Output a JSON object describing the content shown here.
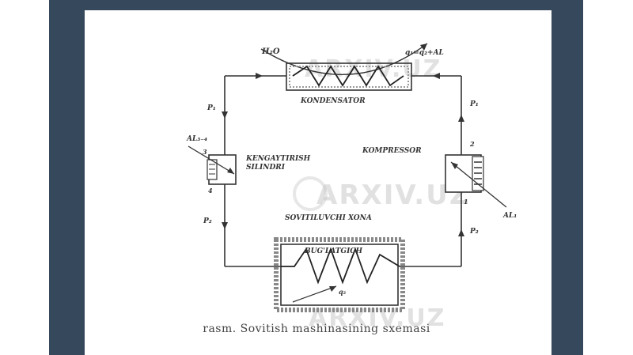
{
  "diagram": {
    "components": {
      "condenser": "KONDENSATOR",
      "compressor": "KOMPRESSOR",
      "expansion_cylinder": "KENGAYTIRISH\nSILINDRI",
      "cooling_zone": "SOVITILUVCHI XONA",
      "evaporator": "BUG'LATGICH"
    },
    "symbols": {
      "water_in": "H₂O",
      "condenser_heat": "q₁=q₂+AL",
      "p1_left": "P₁",
      "p1_right": "P₁",
      "p2_left": "P₂",
      "p2_right": "P₂",
      "work_expansion": "AL₃₋₄",
      "work_compressor": "AL₁",
      "evaporator_heat": "q₂",
      "node_1": "1",
      "node_2": "2",
      "node_3": "3",
      "node_4": "4"
    },
    "watermark": "ARXIV.UZ"
  },
  "caption": "rasm. Sovitish mashinasining sxemasi"
}
